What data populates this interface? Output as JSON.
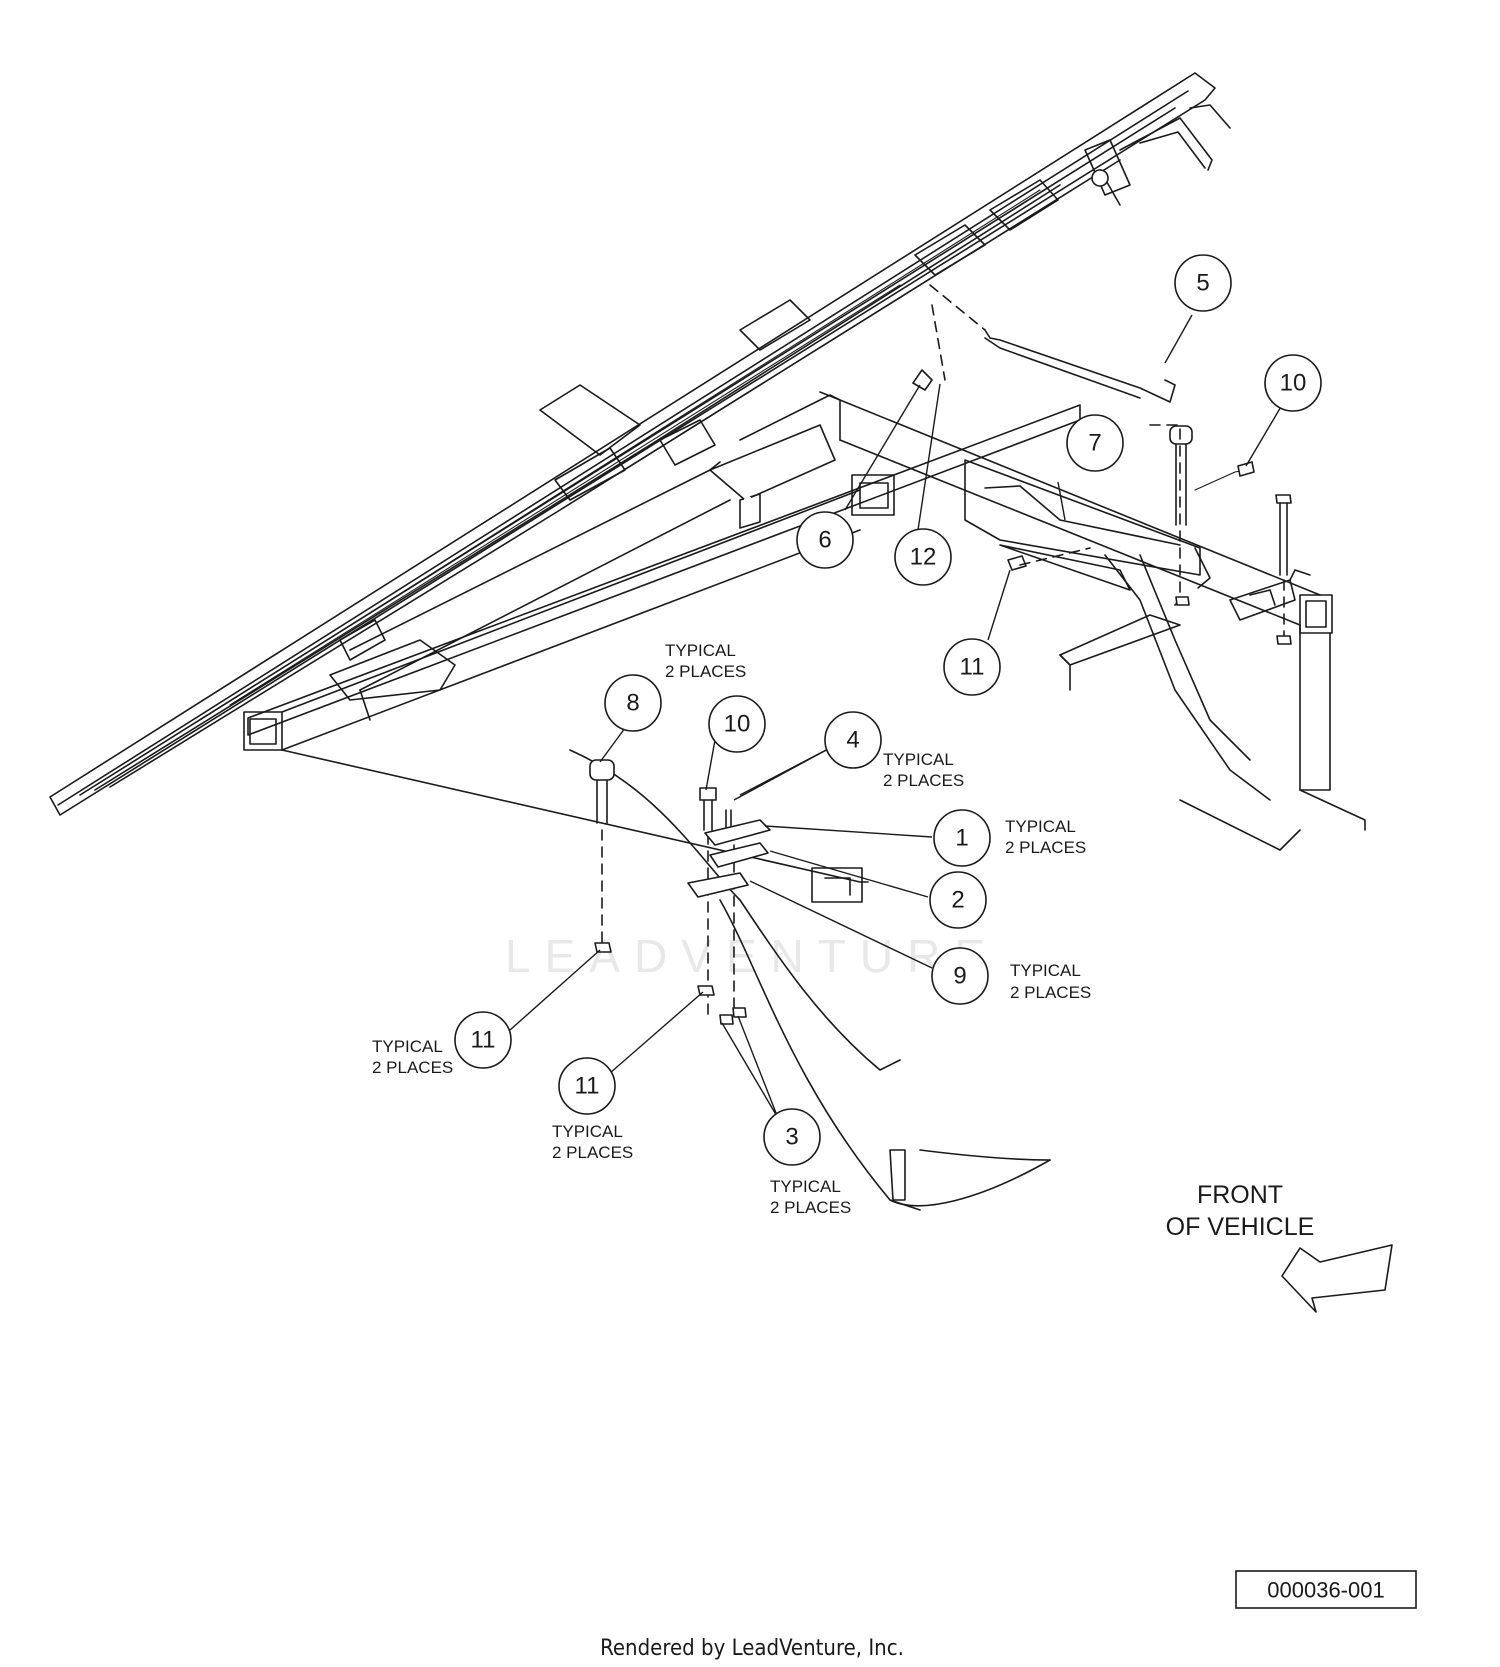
{
  "watermark": "LEADVENTURE",
  "callouts": [
    {
      "id": "c5",
      "number": "5"
    },
    {
      "id": "c10a",
      "number": "10"
    },
    {
      "id": "c7",
      "number": "7"
    },
    {
      "id": "c6",
      "number": "6"
    },
    {
      "id": "c12",
      "number": "12"
    },
    {
      "id": "c11a",
      "number": "11"
    },
    {
      "id": "c8",
      "number": "8"
    },
    {
      "id": "c10b",
      "number": "10"
    },
    {
      "id": "c4",
      "number": "4"
    },
    {
      "id": "c1",
      "number": "1"
    },
    {
      "id": "c2",
      "number": "2"
    },
    {
      "id": "c9",
      "number": "9"
    },
    {
      "id": "c11b",
      "number": "11"
    },
    {
      "id": "c11c",
      "number": "11"
    },
    {
      "id": "c3",
      "number": "3"
    }
  ],
  "notes": {
    "typical": "TYPICAL",
    "two_places": "2 PLACES"
  },
  "front_of_vehicle": {
    "line1": "FRONT",
    "line2": "OF VEHICLE"
  },
  "drawing_number": "000036-001",
  "credit": "Rendered by LeadVenture, Inc."
}
